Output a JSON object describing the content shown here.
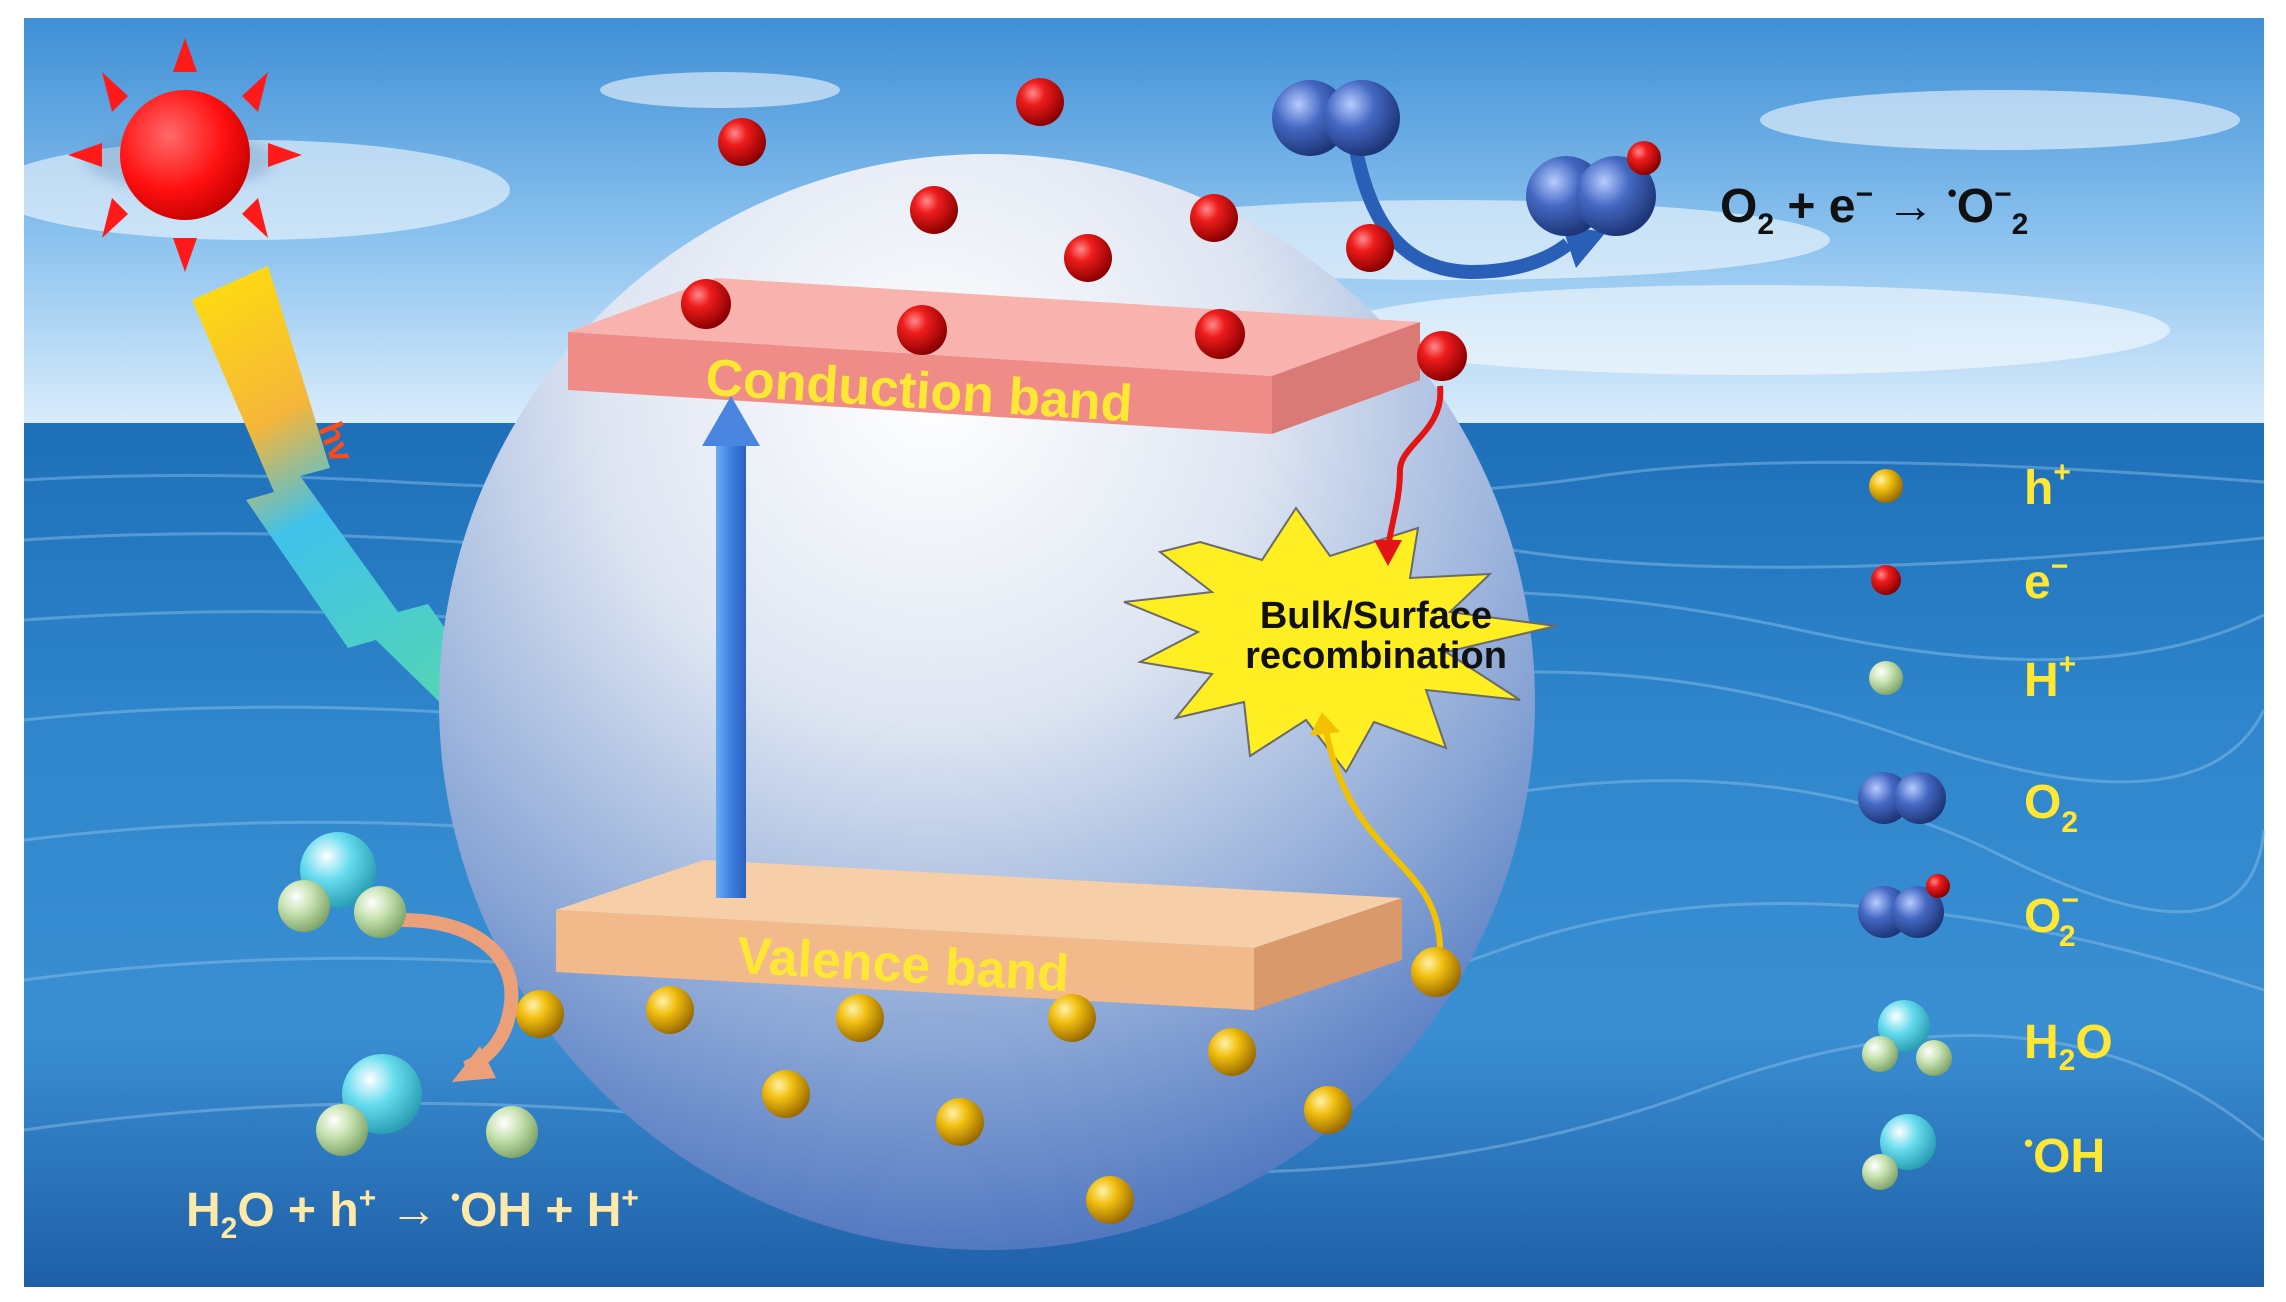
{
  "labels": {
    "hv": "hv",
    "conduction_band": "Conduction band",
    "valence_band": "Valence band",
    "recombination_line1": "Bulk/Surface",
    "recombination_line2": "recombination"
  },
  "equations": {
    "oxygen_reduction": {
      "a": "O",
      "a_sub": "2",
      "b": " + e",
      "b_sup": "−",
      "arrow": " → ",
      "dot": "•",
      "c": "O",
      "c_sup": "−",
      "c_sub": "2"
    },
    "water_oxidation": {
      "a": "H",
      "a_sub": "2",
      "b": "O + h",
      "b_sup": "+",
      "arrow": " → ",
      "dot": "•",
      "c": "OH + H",
      "c_sup": "+"
    }
  },
  "legend": [
    {
      "key": "hole",
      "label": "h",
      "sup": "+",
      "sub": ""
    },
    {
      "key": "electron",
      "label": "e",
      "sup": "−",
      "sub": ""
    },
    {
      "key": "proton",
      "label": "H",
      "sup": "+",
      "sub": ""
    },
    {
      "key": "oxygen",
      "label": "O",
      "sup": "",
      "sub": "2"
    },
    {
      "key": "superoxide",
      "label": "O",
      "sup": "−",
      "sub": "2"
    },
    {
      "key": "water",
      "label": "H",
      "sup": "",
      "sub": "2",
      "tail": "O"
    },
    {
      "key": "hydroxyl",
      "label": "OH",
      "pre": "•",
      "sup": "",
      "sub": ""
    }
  ],
  "colors": {
    "electron": "#e30613",
    "hole": "#f2c200",
    "proton": "#c9e3b3",
    "oxygen": "#3f63b8",
    "water_o": "#5fd8ea",
    "sun": "#ff1a1a",
    "conduction_band": "#f08f8f",
    "valence_band": "#f2b98b",
    "label_yellow": "#ffe733"
  }
}
